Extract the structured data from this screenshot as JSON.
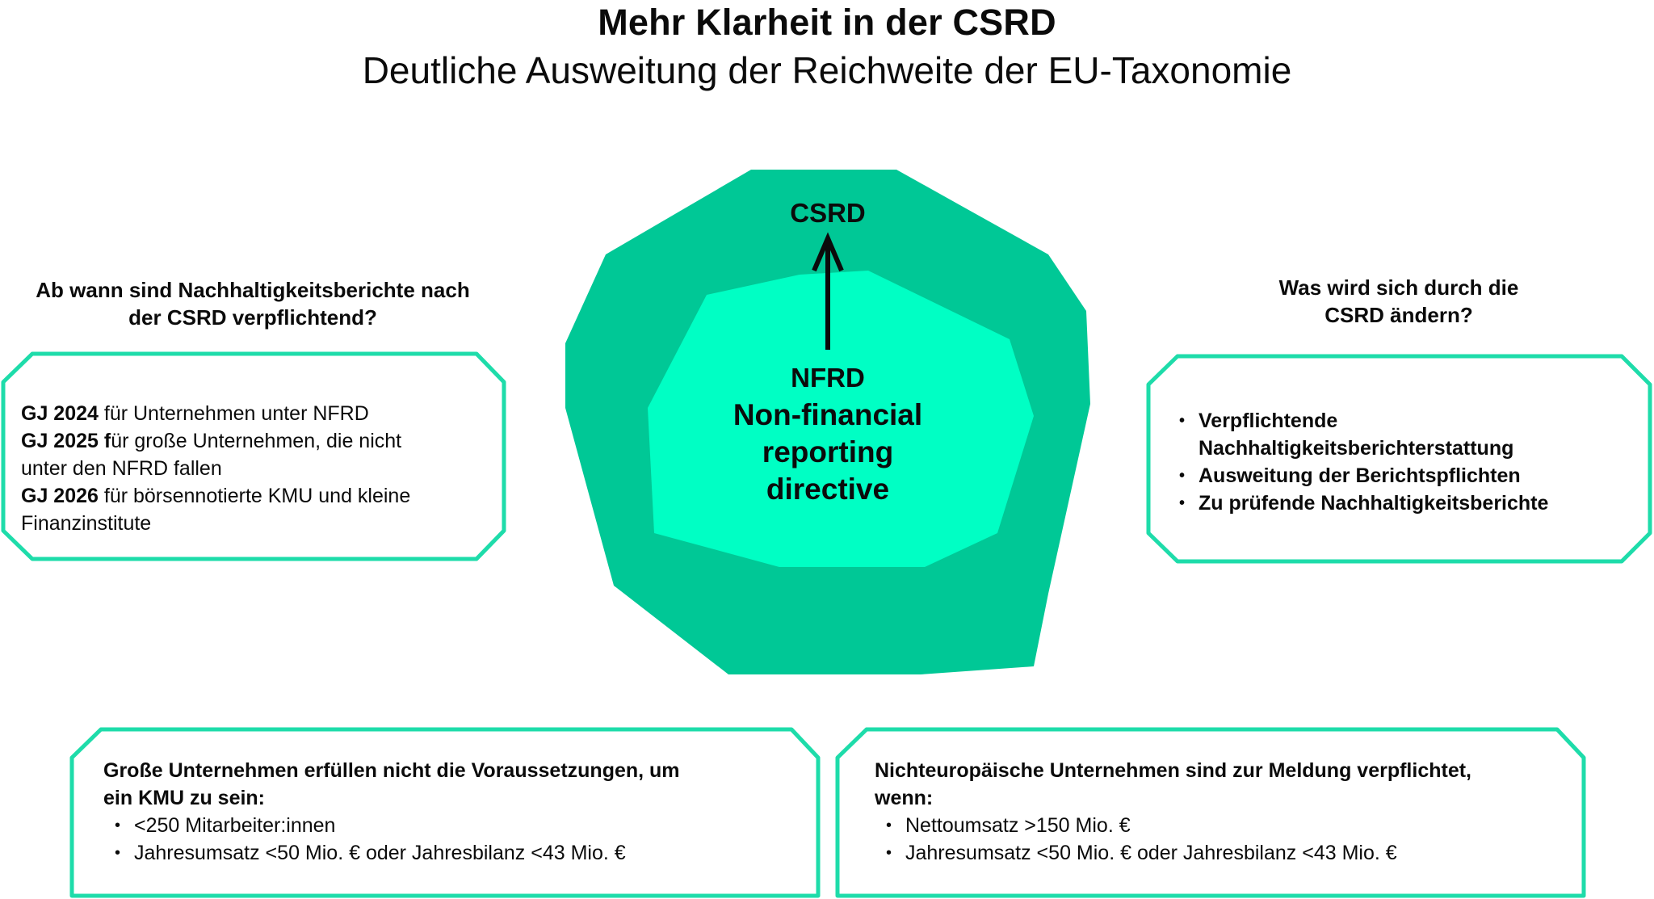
{
  "header": {
    "title": "Mehr Klarheit in der CSRD",
    "subtitle": "Deutliche Ausweitung der Reichweite der EU-Taxonomie"
  },
  "colors": {
    "outer_shape": "#00C896",
    "inner_shape": "#00FFC4",
    "box_border": "#1EDCAA",
    "text": "#0B0B0B"
  },
  "left_question": {
    "line1": "Ab wann sind Nachhaltigkeitsberichte nach",
    "line2": "der CSRD verpflichtend?"
  },
  "left_box": {
    "row1_bold": "GJ 2024",
    "row1_text": " für Unternehmen unter NFRD",
    "row2_bold": "GJ 2025 f",
    "row2_text": "ür große Unternehmen, die nicht",
    "row3_text": "unter den NFRD fallen",
    "row4_bold": "GJ 2026",
    "row4_text": " für börsennotierte KMU und kleine",
    "row5_text": "Finanzinstitute"
  },
  "right_question": {
    "line1": "Was wird sich durch die",
    "line2": "CSRD ändern?"
  },
  "right_box": {
    "items": [
      "Verpflichtende",
      "Nachhaltigkeitsberichterstattung",
      "Ausweitung der Berichtspflichten",
      "Zu prüfende Nachhaltigkeitsberichte"
    ]
  },
  "diagram": {
    "outer_label": "CSRD",
    "inner_label_1": "NFRD",
    "inner_label_2": "Non-financial",
    "inner_label_3": "reporting",
    "inner_label_4": "directive"
  },
  "bottom_left_box": {
    "heading_line1": "Große Unternehmen erfüllen nicht die Voraussetzungen, um",
    "heading_line2": "ein KMU zu sein:",
    "items": [
      "<250 Mitarbeiter:innen",
      "Jahresumsatz <50 Mio. € oder Jahresbilanz <43 Mio. €"
    ]
  },
  "bottom_right_box": {
    "heading_line1": "Nichteuropäische Unternehmen sind zur Meldung verpflichtet,",
    "heading_line2": "wenn:",
    "items": [
      "Nettoumsatz >150 Mio. €",
      "Jahresumsatz <50 Mio. € oder Jahresbilanz <43 Mio. €"
    ]
  }
}
